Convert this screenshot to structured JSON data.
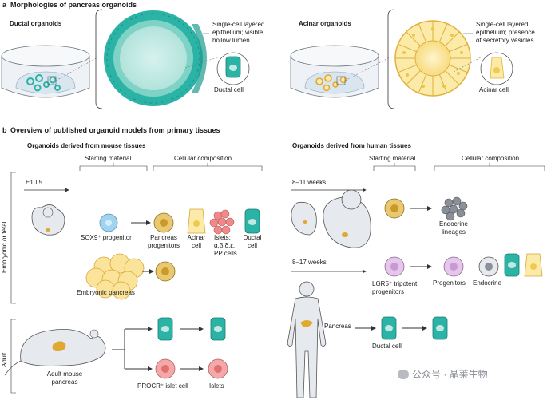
{
  "section_a": {
    "letter": "a",
    "title": "Morphologies of pancreas organoids",
    "ductal": {
      "label": "Ductal organoids",
      "callout": [
        "Single-cell layered",
        "epithelium; visible,",
        "hollow lumen"
      ],
      "cell_label": "Ductal cell"
    },
    "acinar": {
      "label": "Acinar organoids",
      "callout": [
        "Single-cell layered",
        "epithelium; presence",
        "of secretory vesicles"
      ],
      "cell_label": "Acinar cell"
    }
  },
  "section_b": {
    "letter": "b",
    "title": "Overview of published organoid models from primary tissues",
    "mouse": {
      "heading": "Organoids derived from mouse tissues",
      "col_starting": "Starting material",
      "col_cellular": "Cellular composition",
      "row_embryonic": "Embryonic or fetal",
      "row_adult": "Adult",
      "timepoint": "E10.5",
      "sox9": "SOX9⁺ progenitor",
      "pancreas_progenitors": [
        "Pancreas",
        "progenitors"
      ],
      "acinar_cell": [
        "Acinar",
        "cell"
      ],
      "islets": [
        "Islets:",
        "α,β,δ,ε,",
        "PP cells"
      ],
      "ductal_cell": [
        "Ductal",
        "cell"
      ],
      "embryonic_pancreas": "Embryonic pancreas",
      "adult_mouse_pancreas": [
        "Adult mouse",
        "pancreas"
      ],
      "procr": "PROCR⁺ islet cell",
      "islets_adult": "Islets"
    },
    "human": {
      "heading": "Organoids derived from human tissues",
      "col_starting": "Starting material",
      "col_cellular": "Cellular composition",
      "timepoint_1": "8–11 weeks",
      "timepoint_2": "8–17 weeks",
      "endocrine_lineages": [
        "Endocrine",
        "lineages"
      ],
      "lgr5": [
        "LGR5⁺ tripotent",
        "progenitors"
      ],
      "progenitors": "Progenitors",
      "endocrine": "Endocrine",
      "pancreas": "Pancreas",
      "ductal_cell": "Ductal cell"
    }
  },
  "watermark": "公众号 · 晶莱生物",
  "colors": {
    "duct_teal": "#2bb3a6",
    "duct_light": "#bfe9e2",
    "acinar_yellow": "#f1c94c",
    "acinar_light": "#fbeaa8",
    "progenitor_orange": "#e0a731",
    "islet_pink": "#f08a8a",
    "sox9_blue": "#9fd3ef",
    "lgr5_lilac": "#d9b6df",
    "arrow": "#333333"
  }
}
